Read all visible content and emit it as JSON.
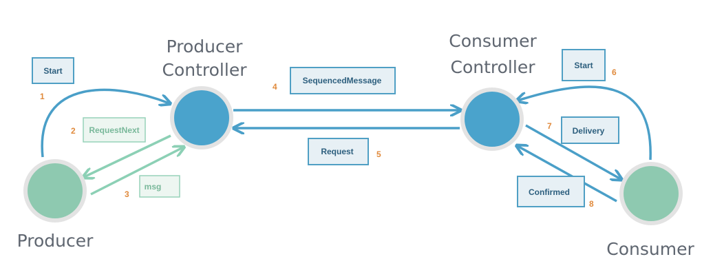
{
  "colors": {
    "controller": "#4aa3cc",
    "participant": "#8ec9b0",
    "ring": "#e3e3e3",
    "blue_arrow": "#4a9fc8",
    "green_arrow": "#8cd0b5",
    "blue_box_fill": "#e7f0f5",
    "blue_box_border": "#4f9fc4",
    "blue_box_text": "#2d5f7e",
    "green_box_fill": "#edf6f1",
    "green_box_border": "#96d2b9",
    "green_box_text": "#79b89a",
    "step_number": "#e08a3c",
    "label_text": "#5f6670"
  },
  "nodes": {
    "producer": {
      "label": "Producer"
    },
    "producer_controller": {
      "label_line1": "Producer",
      "label_line2": "Controller"
    },
    "consumer_controller": {
      "label_line1": "Consumer",
      "label_line2": "Controller"
    },
    "consumer": {
      "label": "Consumer"
    }
  },
  "messages": {
    "start_producer": {
      "label": "Start",
      "step": "1"
    },
    "request_next": {
      "label": "RequestNext",
      "step": "2"
    },
    "msg": {
      "label": "msg",
      "step": "3"
    },
    "sequenced_message": {
      "label": "SequencedMessage",
      "step": "4"
    },
    "request": {
      "label": "Request",
      "step": "5"
    },
    "start_consumer": {
      "label": "Start",
      "step": "6"
    },
    "delivery": {
      "label": "Delivery",
      "step": "7"
    },
    "confirmed": {
      "label": "Confirmed",
      "step": "8"
    }
  }
}
